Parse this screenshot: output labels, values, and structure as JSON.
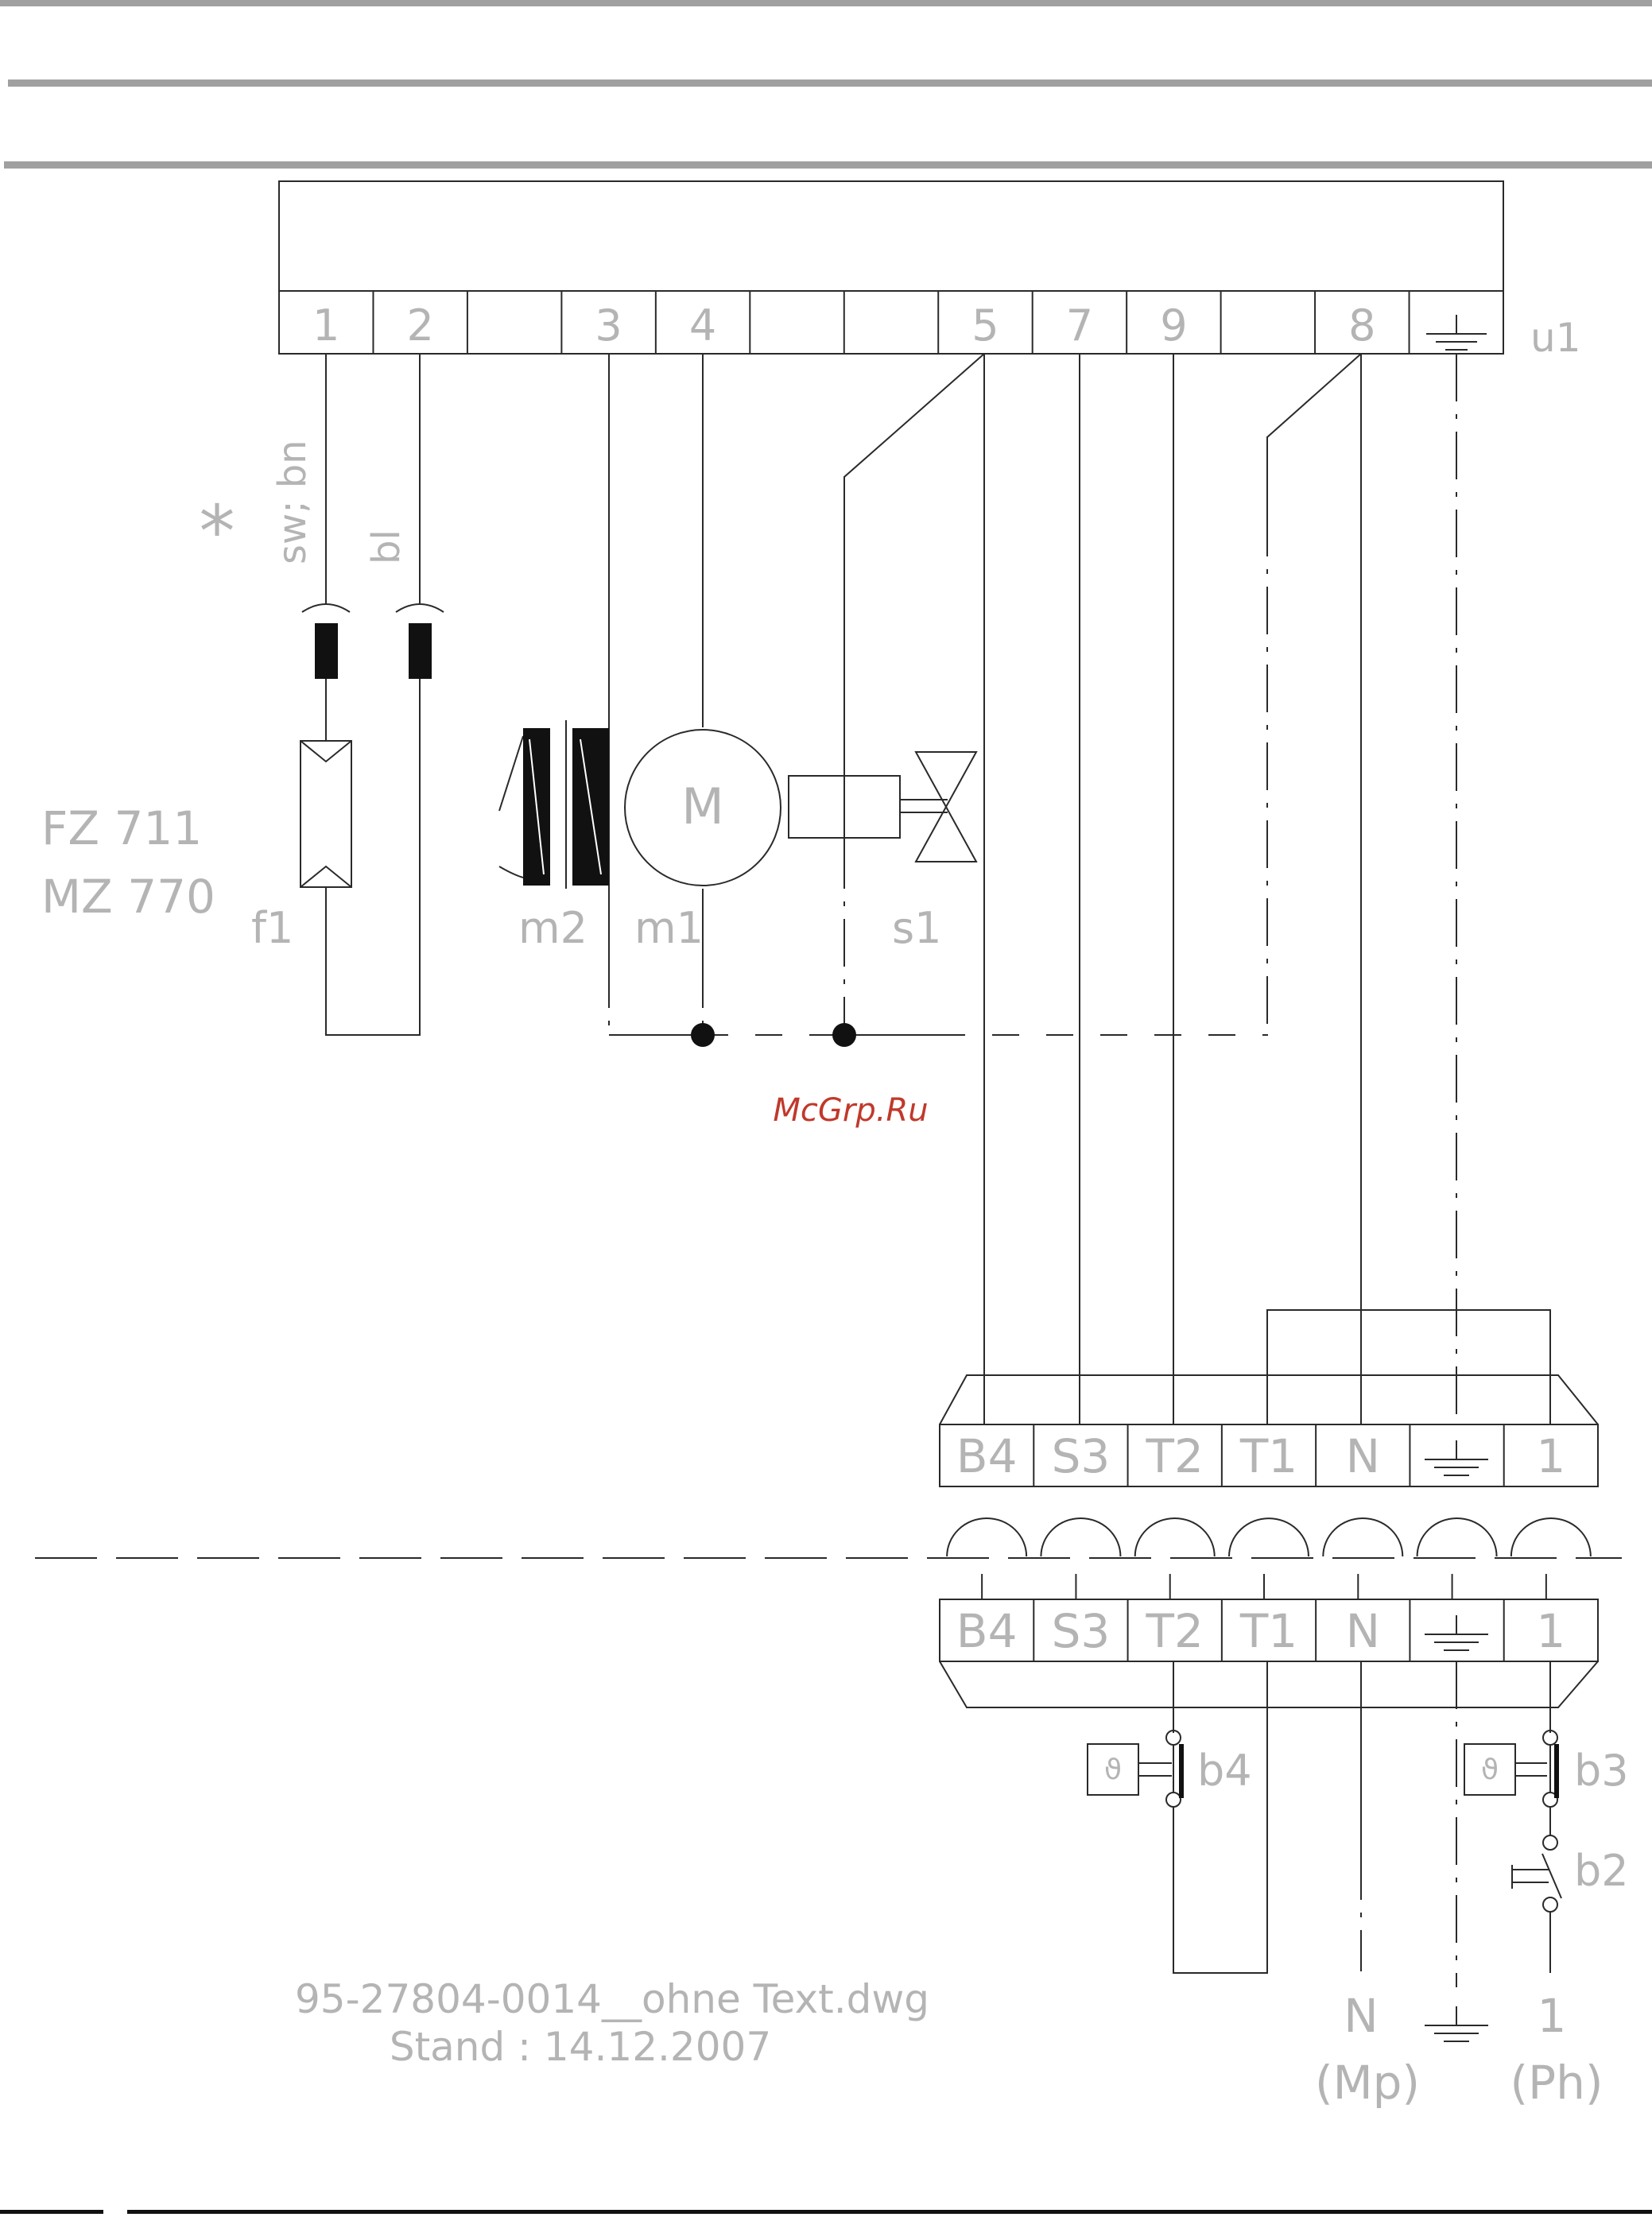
{
  "top_terminals": [
    "1",
    "2",
    "",
    "3",
    "4",
    "",
    "",
    "5",
    "7",
    "9",
    "",
    "8",
    "earth-symbol"
  ],
  "component_labels": {
    "unit": "u1",
    "wire_colors_1": "sw; bn",
    "wire_colors_2": "bl",
    "star_mark": "*",
    "model_1": "FZ 711",
    "model_2": "MZ 770",
    "fuse": "f1",
    "motor_2": "m2",
    "motor_1": "m1",
    "motor_letter": "M",
    "solenoid": "s1",
    "thermostat_1": "b4",
    "thermostat_2": "b3",
    "switch": "b2",
    "thermo_glyph": "ϑ"
  },
  "connector_terminals": [
    "B4",
    "S3",
    "T2",
    "T1",
    "N",
    "earth-symbol",
    "1"
  ],
  "outputs": {
    "neutral": "N",
    "neutral_sub": "(Mp)",
    "phase": "1",
    "phase_sub": "(Ph)"
  },
  "watermark": "McGrp.Ru",
  "footer": {
    "file": "95-27804-0014__ohne Text.dwg",
    "date": "Stand : 14.12.2007"
  },
  "colors": {
    "line": "#2a2a2a",
    "label": "#b4b4b4",
    "rule": "#a0a0a0",
    "watermark": "#c0392b"
  }
}
